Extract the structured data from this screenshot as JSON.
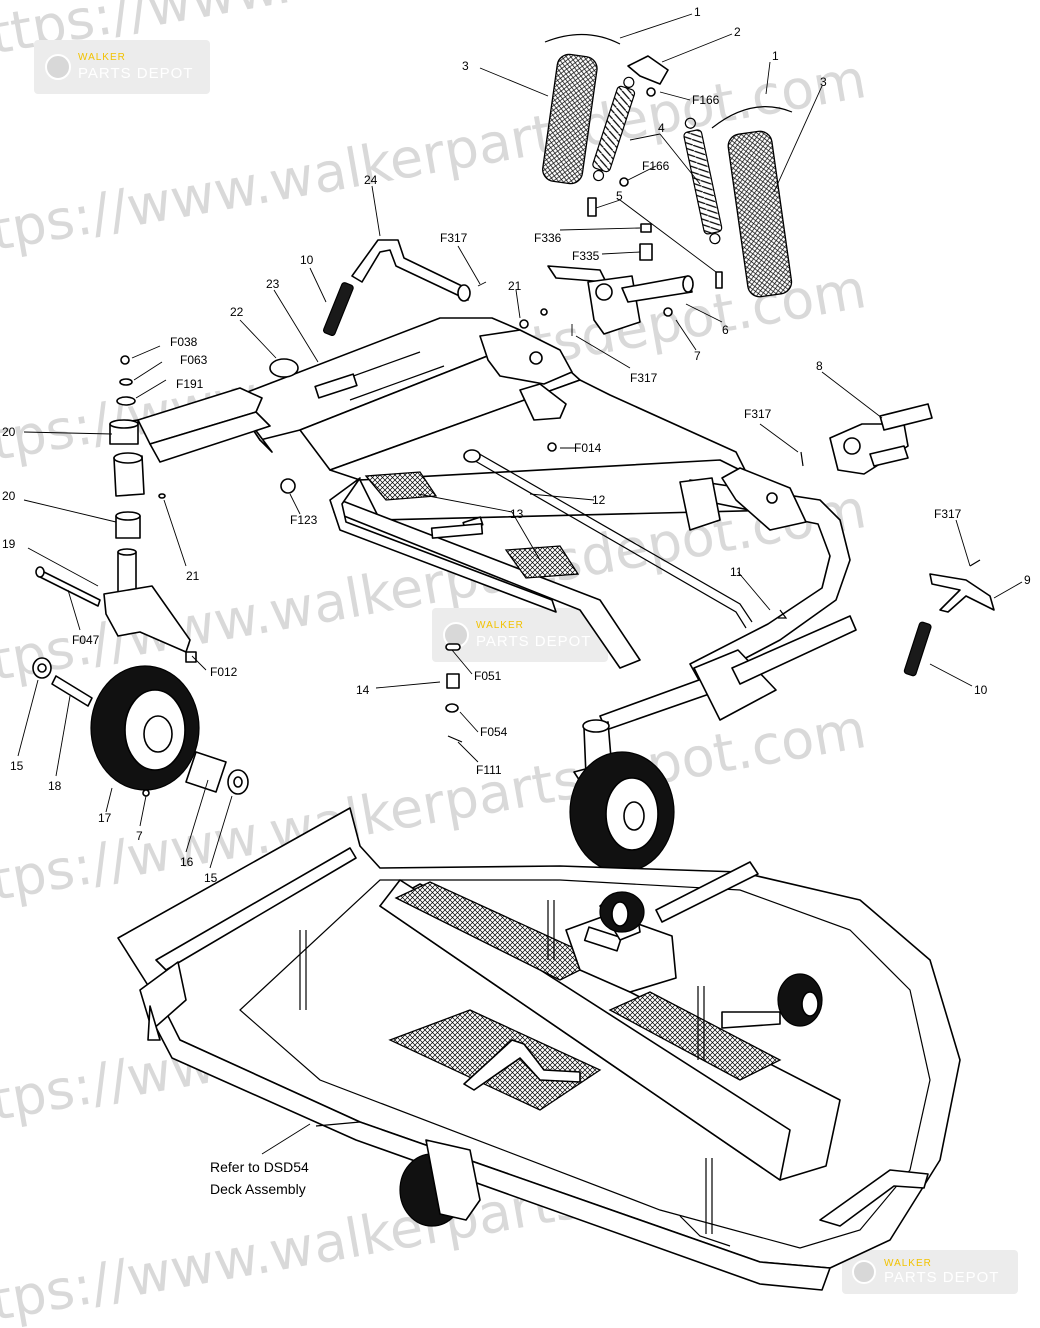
{
  "watermark": {
    "url_text": "https://www.walkerpartsdepot.com",
    "logo_top": "WALKER",
    "logo_bottom": "PARTS DEPOT"
  },
  "note": {
    "line1": "Refer to DSD54",
    "line2": "Deck Assembly"
  },
  "callouts": {
    "c1a": "1",
    "c2": "2",
    "c3a": "3",
    "c1b": "1",
    "c3b": "3",
    "f166a": "F166",
    "c4": "4",
    "f166b": "F166",
    "c5": "5",
    "f336": "F336",
    "f335": "F335",
    "c24": "24",
    "f317a": "F317",
    "c10a": "10",
    "c21a": "21",
    "c6": "6",
    "c7a": "7",
    "f317b": "F317",
    "c23": "23",
    "c22": "22",
    "f038": "F038",
    "f063": "F063",
    "f191": "F191",
    "c20a": "20",
    "c8": "8",
    "f317c": "F317",
    "f014": "F014",
    "c12": "12",
    "c20b": "20",
    "f123": "F123",
    "c13": "13",
    "c21b": "21",
    "c19": "19",
    "f317d": "F317",
    "c9": "9",
    "c11": "11",
    "f047": "F047",
    "f012": "F012",
    "f051": "F051",
    "c10b": "10",
    "c14": "14",
    "c15a": "15",
    "c18": "18",
    "f054": "F054",
    "f111": "F111",
    "c17": "17",
    "c7b": "7",
    "c16": "16",
    "c15b": "15"
  }
}
